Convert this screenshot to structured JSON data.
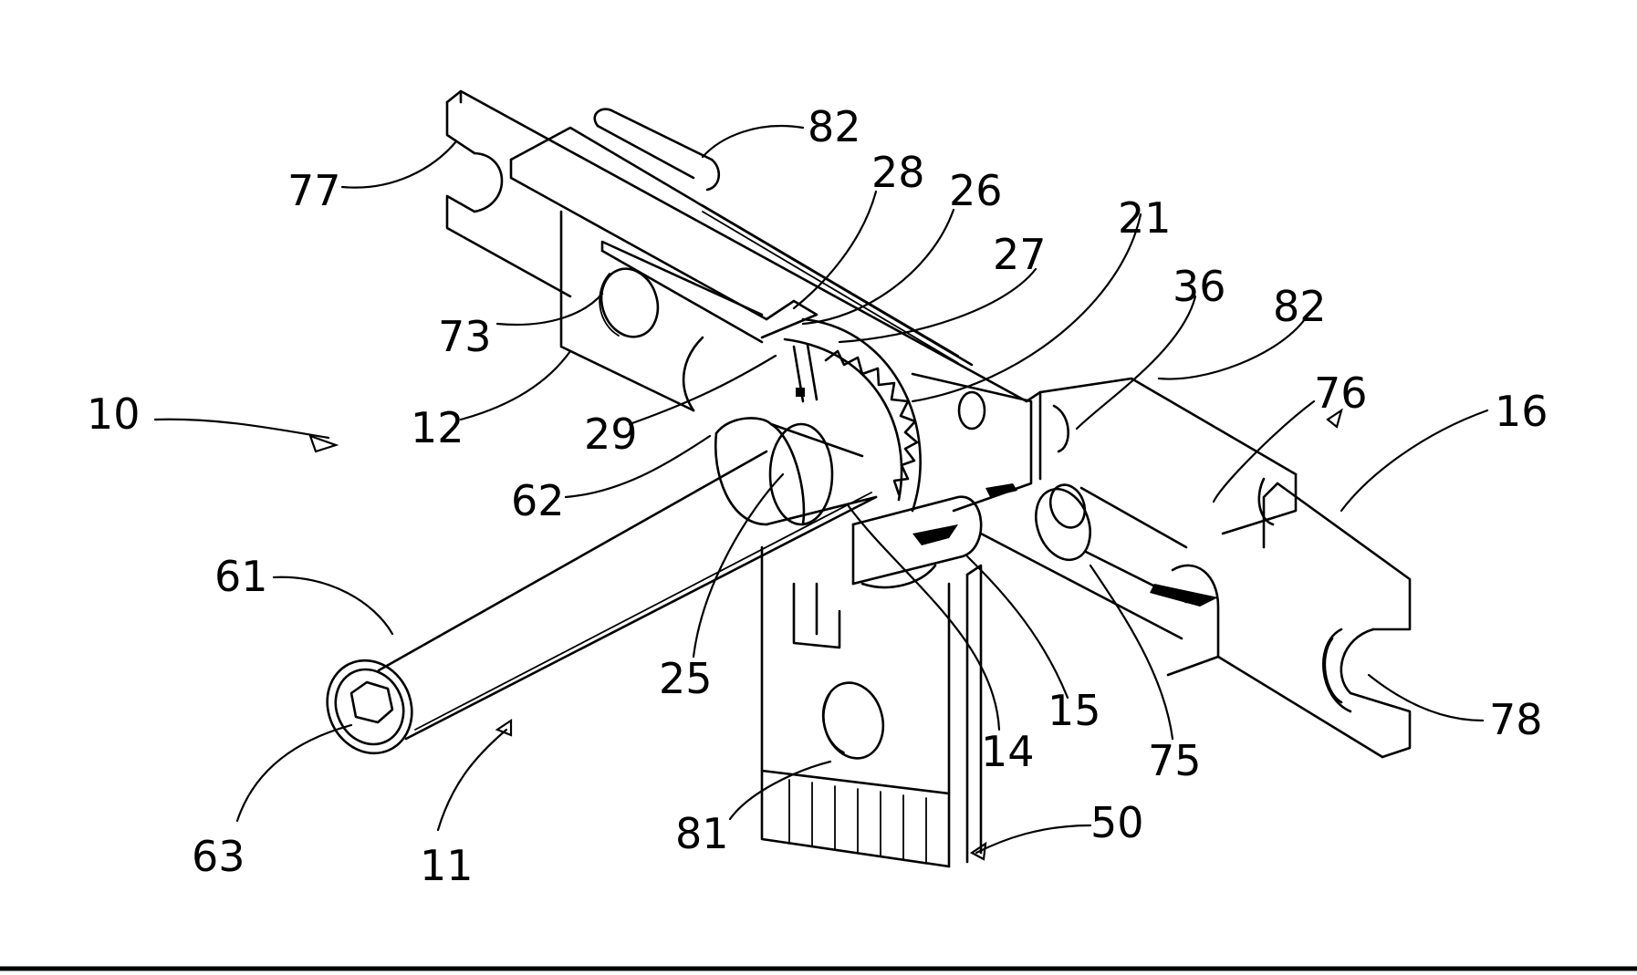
{
  "figure": {
    "reference_numerals": [
      "82",
      "28",
      "26",
      "21",
      "27",
      "36",
      "82",
      "76",
      "16",
      "77",
      "73",
      "12",
      "29",
      "10",
      "62",
      "61",
      "25",
      "14",
      "15",
      "75",
      "78",
      "63",
      "11",
      "81",
      "50"
    ]
  }
}
